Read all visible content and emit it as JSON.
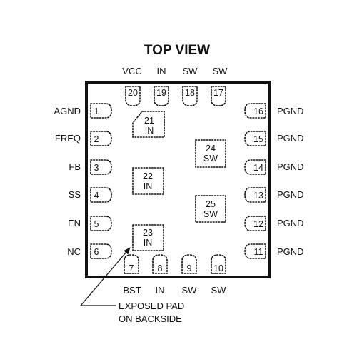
{
  "title": "TOP VIEW",
  "top_labels": [
    "VCC",
    "IN",
    "SW",
    "SW"
  ],
  "bottom_labels": [
    "BST",
    "IN",
    "SW",
    "SW"
  ],
  "left_labels": [
    "AGND",
    "FREQ",
    "FB",
    "SS",
    "EN",
    "NC"
  ],
  "right_labels": [
    "PGND",
    "PGND",
    "PGND",
    "PGND",
    "PGND",
    "PGND"
  ],
  "left_pins": [
    "1",
    "2",
    "3",
    "4",
    "5",
    "6"
  ],
  "bottom_pins": [
    "7",
    "8",
    "9",
    "10"
  ],
  "right_pins": [
    "11",
    "12",
    "13",
    "14",
    "15",
    "16"
  ],
  "top_pins": [
    "17",
    "18",
    "19",
    "20"
  ],
  "center_pads": [
    {
      "num": "21",
      "name": "IN"
    },
    {
      "num": "22",
      "name": "IN"
    },
    {
      "num": "23",
      "name": "IN"
    },
    {
      "num": "24",
      "name": "SW"
    },
    {
      "num": "25",
      "name": "SW"
    }
  ],
  "annotation": {
    "line1": "EXPOSED PAD",
    "line2": "ON BACKSIDE"
  }
}
